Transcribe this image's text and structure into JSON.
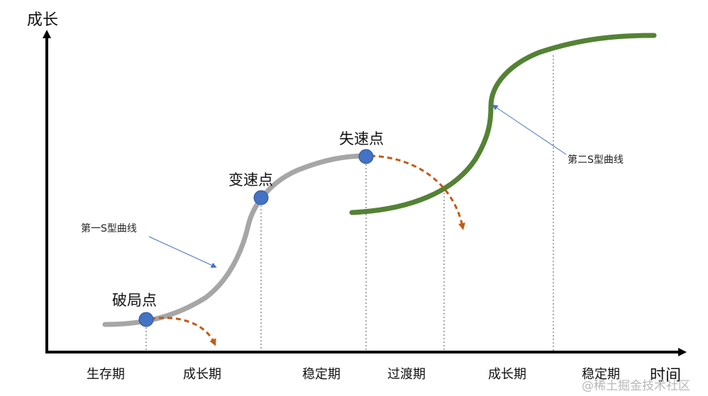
{
  "axis": {
    "y_label": "成长",
    "x_label": "时间"
  },
  "points": {
    "breakthrough": "破局点",
    "shift": "变速点",
    "stall": "失速点"
  },
  "curves": {
    "first": "第一S型曲线",
    "second": "第二S型曲线"
  },
  "stages": [
    "生存期",
    "成长期",
    "稳定期",
    "过渡期",
    "成长期",
    "稳定期"
  ],
  "watermark": "@稀土掘金技术社区",
  "colors": {
    "first_curve": "#a6a6a6",
    "second_curve": "#548235",
    "point_fill": "#4472c4",
    "arrow_dashed": "#c55a11",
    "pointer_line": "#4472c4"
  }
}
